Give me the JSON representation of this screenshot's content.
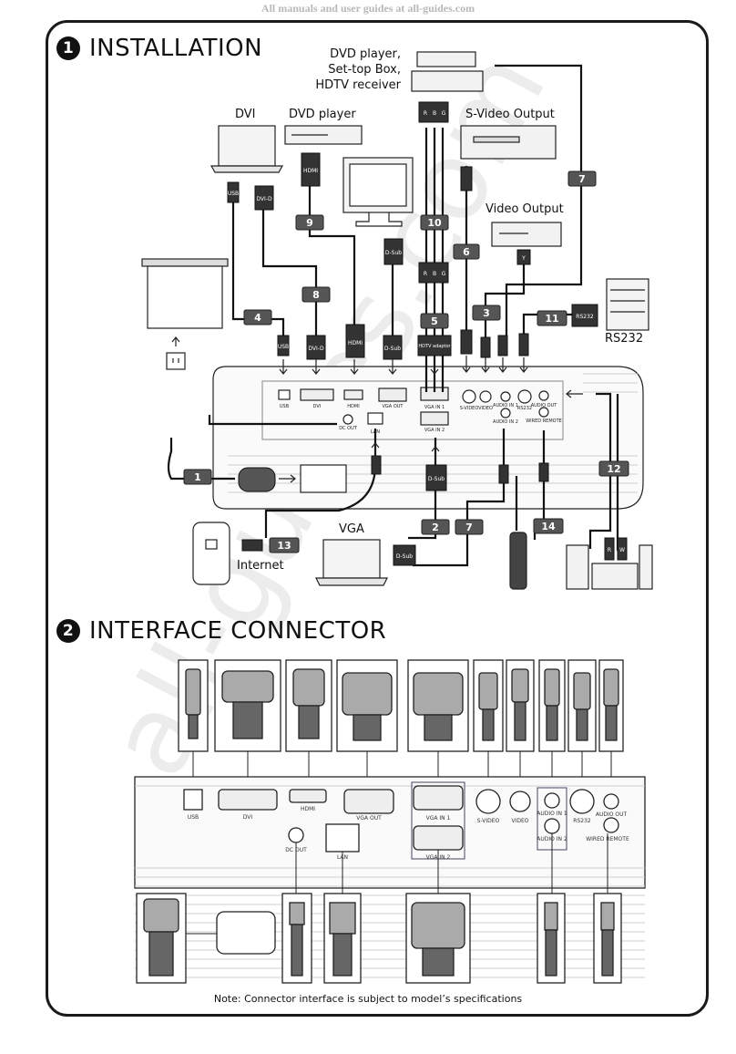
{
  "watermark": "All manuals and user guides at all-guides.com",
  "background_watermark": "all-guides.com",
  "sections": [
    {
      "number": "1",
      "title": "INSTALLATION"
    },
    {
      "number": "2",
      "title": "INTERFACE CONNECTOR"
    }
  ],
  "devices": {
    "dvd_settop": [
      "DVD player,",
      "Set-top Box,",
      "HDTV receiver"
    ],
    "dvi": "DVI",
    "dvd_player": "DVD player",
    "svideo_output": "S-Video Output",
    "video_output": "Video Output",
    "rs232": "RS232",
    "vga": "VGA",
    "internet": "Internet"
  },
  "cable_numbers": [
    "1",
    "2",
    "3",
    "4",
    "5",
    "6",
    "7",
    "7",
    "8",
    "9",
    "10",
    "11",
    "12",
    "13",
    "14"
  ],
  "connector_tags": {
    "usb": "USB",
    "dvi_d": "DVI-D",
    "hdmi": "HDMI",
    "d_sub": "D-Sub",
    "hdtv_adaptor": "HDTV adaptor",
    "r": "R",
    "b": "B",
    "g": "G",
    "y": "Y",
    "w": "W",
    "rs232": "RS232"
  },
  "panel_ports": {
    "usb": "USB",
    "dvi": "DVI",
    "hdmi": "HDMI",
    "vga_out": "VGA OUT",
    "vga_in_1": "VGA IN 1",
    "vga_in_2": "VGA IN 2",
    "s_video": "S-VIDEO",
    "video": "VIDEO",
    "audio_in_1": "AUDIO IN 1",
    "audio_in_2": "AUDIO IN 2",
    "rs232": "RS232",
    "audio_out": "AUDIO OUT",
    "wired_remote": "WIRED REMOTE",
    "dc_out": "DC OUT",
    "lan": "LAN"
  },
  "note": "Note: Connector interface is subject to model’s specifications"
}
